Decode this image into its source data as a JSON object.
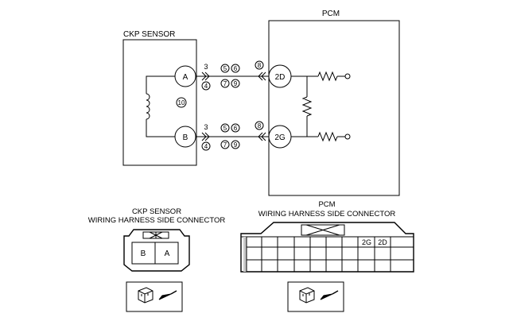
{
  "sensor": {
    "title": "CKP SENSOR",
    "pin_a": "A",
    "pin_b": "B",
    "callout_coil": "10"
  },
  "pcm": {
    "title": "PCM",
    "pin_2d": "2D",
    "pin_2g": "2G"
  },
  "wiring": {
    "top": {
      "c3": "3",
      "c4": "4",
      "c5": "5",
      "c6": "6",
      "c7": "7",
      "c9": "9",
      "c8": "8"
    },
    "bottom": {
      "c3": "3",
      "c4": "4",
      "c5": "5",
      "c6": "6",
      "c7": "7",
      "c9": "9",
      "c8": "8"
    }
  },
  "sensor_connector": {
    "title_line1": "CKP SENSOR",
    "title_line2": "WIRING HARNESS SIDE CONNECTOR",
    "cavity_left": "B",
    "cavity_right": "A"
  },
  "pcm_connector": {
    "title_line1": "PCM",
    "title_line2": "WIRING HARNESS SIDE CONNECTOR",
    "cavity_2g": "2G",
    "cavity_2d": "2D"
  },
  "icons": {
    "sensor_view": "connector-view-arrow-icon",
    "pcm_view": "connector-view-arrow-icon"
  }
}
